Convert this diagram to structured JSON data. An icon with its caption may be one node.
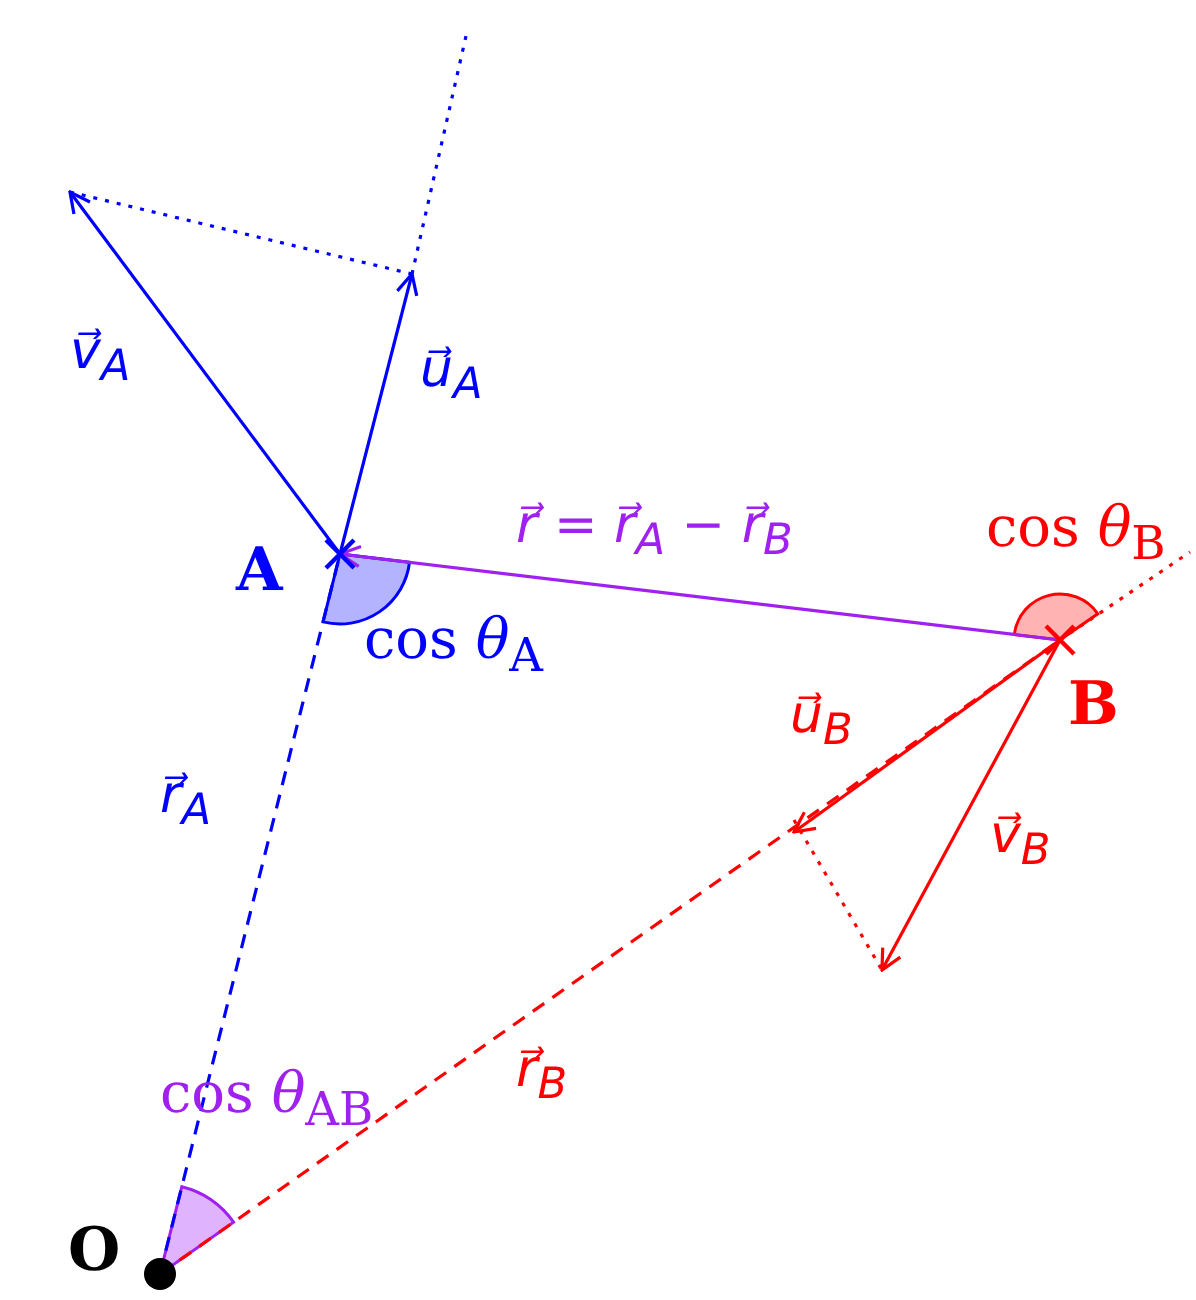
{
  "diagram": {
    "nodes": [
      {
        "text": [
          "O"
        ]
      },
      {
        "text": [
          "A"
        ]
      },
      {
        "text": [
          "B"
        ]
      }
    ],
    "edges": [
      {
        "from": 0,
        "to": 1,
        "arrow": "none",
        "style": "dashed",
        "color": "#0000ff",
        "label": "r⃗$_{A}$"
      },
      {
        "from": 0,
        "to": 2,
        "arrow": "none",
        "style": "dashed",
        "color": "#ff0000",
        "label": "r⃗$_{B}$"
      },
      {
        "from": 2,
        "to": 1,
        "arrow": "to",
        "color": "#a020f0",
        "label": "r⃗ = r⃗$_{A}$ − r⃗$_{B}$"
      },
      {
        "from": 1,
        "to": null,
        "arrow": "to",
        "color": "#0000ff",
        "label": "v⃗$_{A}$"
      },
      {
        "from": 1,
        "to": null,
        "arrow": "to",
        "color": "#0000ff",
        "label": "u⃗$_{A}$"
      },
      {
        "from": 2,
        "to": null,
        "arrow": "to",
        "color": "#ff0000",
        "label": "u⃗$_{B}$"
      },
      {
        "from": 2,
        "to": null,
        "arrow": "to",
        "color": "#ff0000",
        "label": "v⃗$_{B}$"
      }
    ],
    "labels": [
      "cos *θ*$_{B}$",
      "cos *θ*$_{A}$",
      "cos *θ*$_{AB}$"
    ]
  }
}
